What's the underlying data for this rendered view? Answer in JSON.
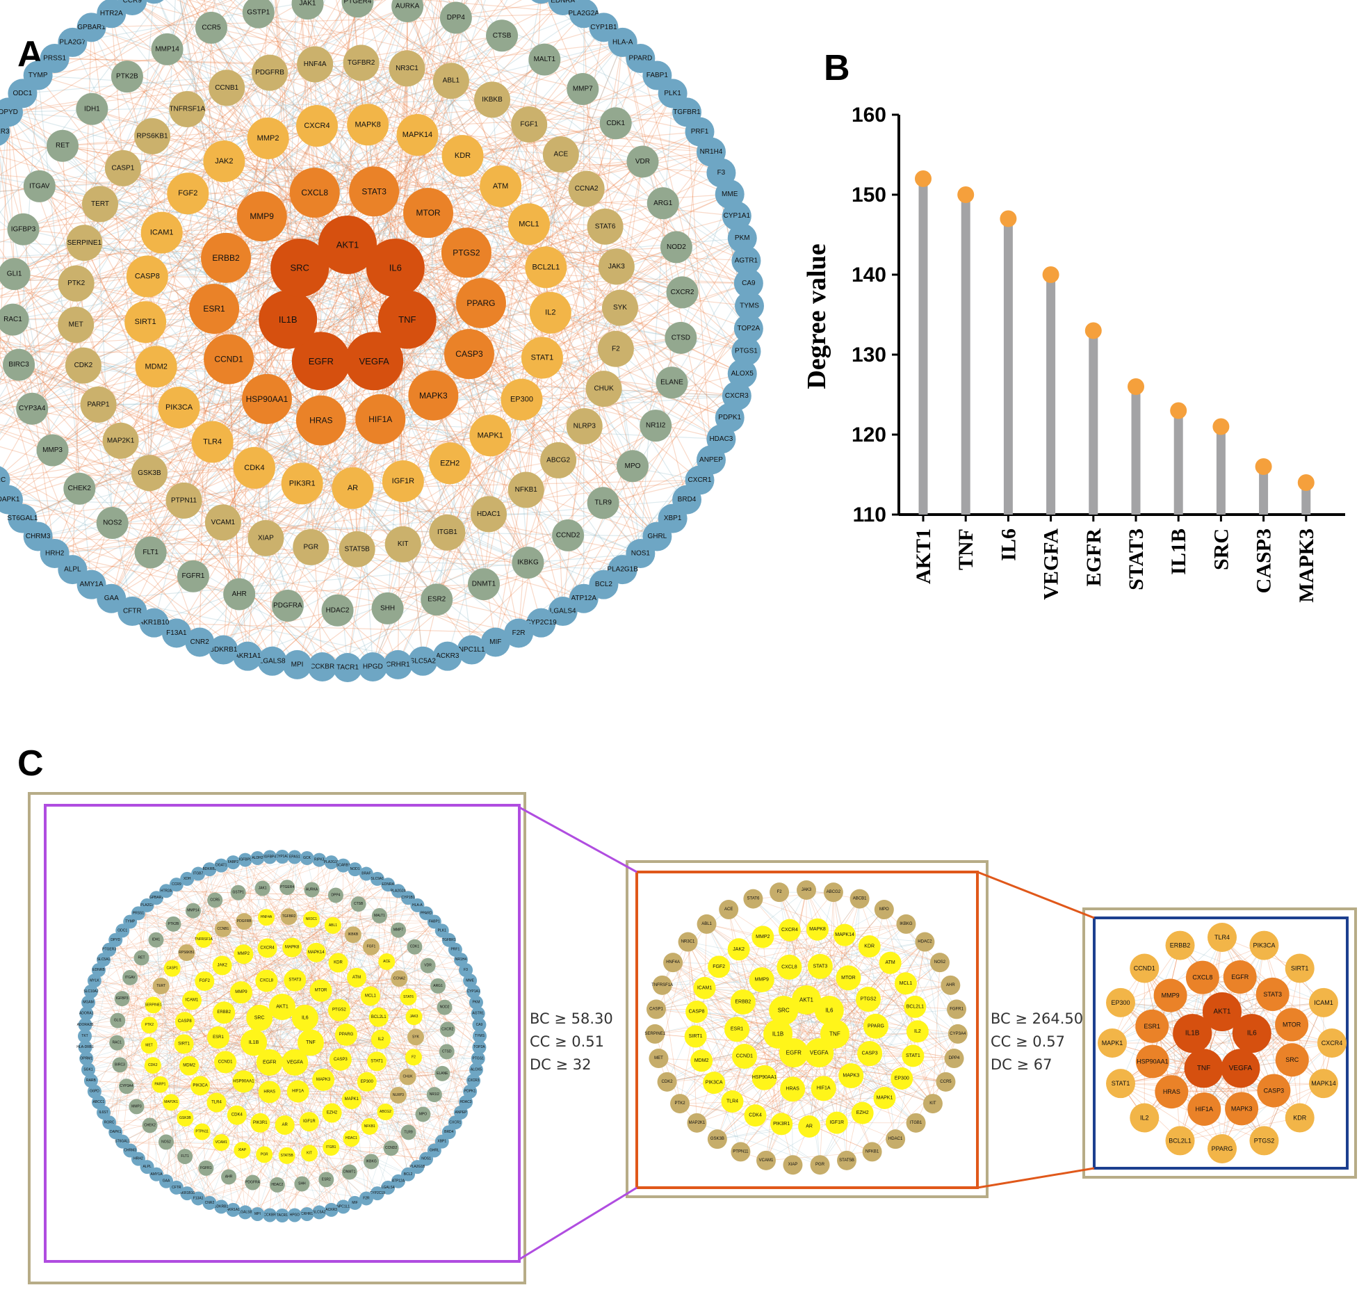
{
  "panels": {
    "a": "A",
    "b": "B",
    "c": "C"
  },
  "network": {
    "rings": [
      {
        "nodes": [
          "AKT1",
          "IL6",
          "TNF",
          "VEGFA",
          "EGFR",
          "IL1B",
          "SRC"
        ],
        "color": "#d6500f"
      },
      {
        "nodes": [
          "STAT3",
          "MTOR",
          "PTGS2",
          "PPARG",
          "CASP3",
          "MAPK3",
          "HIF1A",
          "HRAS",
          "HSP90AA1",
          "CCND1",
          "ESR1",
          "ERBB2",
          "MMP9",
          "CXCL8"
        ],
        "color": "#ea8228"
      },
      {
        "nodes": [
          "MAPK8",
          "MAPK14",
          "KDR",
          "ATM",
          "MCL1",
          "BCL2L1",
          "IL2",
          "STAT1",
          "EP300",
          "MAPK1",
          "EZH2",
          "IGF1R",
          "AR",
          "PIK3R1",
          "CDK4",
          "TLR4",
          "PIK3CA",
          "MDM2",
          "SIRT1",
          "CASP8",
          "ICAM1",
          "FGF2",
          "JAK2",
          "MMP2",
          "CXCR4"
        ],
        "color": "#f2b548"
      },
      {
        "nodes": [
          "TGFBR2",
          "NR3C1",
          "ABL1",
          "IKBKB",
          "FGF1",
          "ACE",
          "CCNA2",
          "STAT6",
          "JAK3",
          "SYK",
          "F2",
          "CHUK",
          "NLRP3",
          "ABCG2",
          "NFKB1",
          "HDAC1",
          "ITGB1",
          "KIT",
          "STAT5B",
          "PGR",
          "XIAP",
          "VCAM1",
          "PTPN11",
          "GSK3B",
          "MAP2K1",
          "PARP1",
          "CDK2",
          "MET",
          "PTK2",
          "SERPINE1",
          "TERT",
          "CASP1",
          "RPS6KB1",
          "TNFRSF1A",
          "CCNB1",
          "PDGFRB",
          "HNF4A"
        ],
        "color": "#cbb16c"
      },
      {
        "nodes": [
          "PTGER4",
          "AURKA",
          "DPP4",
          "CTSB",
          "MALT1",
          "MMP7",
          "CDK1",
          "VDR",
          "ARG1",
          "NOD2",
          "CXCR2",
          "CTSD",
          "ELANE",
          "NR1I2",
          "MPO",
          "TLR9",
          "CCND2",
          "IKBKG",
          "DNMT1",
          "ESR2",
          "SHH",
          "HDAC2",
          "PDGFRA",
          "AHR",
          "FGFR1",
          "FLT1",
          "NOS2",
          "CHEK2",
          "MMP3",
          "CYP3A4",
          "BIRC3",
          "RAC1",
          "GLI1",
          "IGFBP3",
          "ITGAV",
          "RET",
          "IDH1",
          "PTK2B",
          "MMP14",
          "CCR5",
          "GSTP1",
          "JAK1"
        ],
        "color": "#93a88f"
      },
      {
        "nodes": [
          "CYP1A2",
          "EPAS1",
          "GCK",
          "RIPK3",
          "PLA2G10",
          "SCARB1",
          "NOD1",
          "BRAF",
          "SLC9A1",
          "EDNRA",
          "PLA2G2A",
          "CYP1B1",
          "HLA-A",
          "PPARD",
          "FABP1",
          "PLK1",
          "TGFBR1",
          "PRF1",
          "NR1H4",
          "F3",
          "MME",
          "CYP1A1",
          "PKM",
          "AGTR1",
          "CA9",
          "TYMS",
          "TOP2A",
          "PTGS1",
          "ALOX5",
          "CXCR3",
          "PDPK1",
          "HDAC3",
          "ANPEP",
          "CXCR1",
          "BRD4",
          "XBP1",
          "GHRL",
          "NOS1",
          "PLA2G1B",
          "BCL2",
          "ATP12A",
          "LGALS4",
          "CYP2C19",
          "F2R",
          "MIF",
          "NPC1L1",
          "ACKR3",
          "SLC5A2",
          "CRHR1",
          "HPGD",
          "TACR1",
          "CCKBR",
          "MPI",
          "LGALS8",
          "AKR1A1",
          "BDKRB1",
          "CNR2",
          "F13A1",
          "AKR1B10",
          "CFTR",
          "GAA",
          "AMY1A",
          "ALPL",
          "HRH2",
          "CHRM3",
          "ST6GAL1",
          "DAPK1",
          "RORC",
          "IL6ST",
          "ABCC1",
          "G6PD",
          "RARB",
          "SGK1",
          "OPRM1",
          "HLA-DRB1",
          "TKT",
          "ADORA2B",
          "ADORA1",
          "MGAM",
          "SLC10A2",
          "MYLK",
          "EDNRB",
          "SLC5A1",
          "PTGER3",
          "DPYD",
          "ODC1",
          "TYMP",
          "PRSS1",
          "PLA2G7",
          "GPBAR1",
          "HTR2A",
          "CCR9",
          "XDH",
          "ITGB7",
          "BDKRB2",
          "DGAT1",
          "FABP2",
          "IGFBP5",
          "ALDH2",
          "IGFBP4"
        ],
        "color": "#6ea6c4"
      }
    ],
    "sub_rings": [
      {
        "nodes": [
          "AKT1",
          "IL6",
          "TNF",
          "VEGFA",
          "EGFR",
          "IL1B",
          "SRC"
        ],
        "color": "#d6500f"
      },
      {
        "nodes": [
          "STAT3",
          "MTOR",
          "PTGS2",
          "PPARG",
          "CASP3",
          "MAPK3",
          "HIF1A",
          "HRAS",
          "HSP90AA1",
          "CCND1",
          "ESR1",
          "ERBB2",
          "MMP9",
          "CXCL8"
        ],
        "color": "#ea8228"
      },
      {
        "nodes": [
          "MAPK8",
          "MAPK14",
          "KDR",
          "ATM",
          "MCL1",
          "BCL2L1",
          "IL2",
          "STAT1",
          "EP300",
          "MAPK1",
          "EZH2",
          "IGF1R",
          "AR",
          "PIK3R1",
          "CDK4",
          "TLR4",
          "PIK3CA",
          "MDM2",
          "SIRT1",
          "CASP8",
          "ICAM1",
          "FGF2",
          "JAK2",
          "MMP2",
          "CXCR4"
        ],
        "color": "#f2b548"
      },
      {
        "nodes": [
          "JAK3",
          "ABCG2",
          "ABCB1",
          "MPO",
          "IKBKG",
          "HDAC2",
          "NOS2",
          "AHR",
          "FGFR1",
          "CYP3A4",
          "DPP4",
          "CCR5",
          "KIT",
          "ITGB1",
          "HDAC1",
          "NFKB1",
          "STAT5B",
          "PGR",
          "XIAP",
          "VCAM1",
          "PTPN11",
          "GSK3B",
          "MAP2K1",
          "PTK2",
          "CDK2",
          "MET",
          "SERPINE1",
          "CASP1",
          "TNFRSF1A",
          "HNF4A",
          "NR3C1",
          "ABL1",
          "ACE",
          "STAT6",
          "F2"
        ],
        "color": "#c6ad6a"
      }
    ],
    "core_rings": [
      {
        "nodes": [
          "AKT1",
          "IL6",
          "VEGFA",
          "TNF",
          "IL1B"
        ],
        "color": "#d6500f"
      },
      {
        "nodes": [
          "EGFR",
          "STAT3",
          "MTOR",
          "SRC",
          "CASP3",
          "MAPK3",
          "HIF1A",
          "HRAS",
          "HSP90AA1",
          "ESR1",
          "MMP9",
          "CXCL8"
        ],
        "color": "#ea8228"
      },
      {
        "nodes": [
          "TLR4",
          "PIK3CA",
          "SIRT1",
          "ICAM1",
          "CXCR4",
          "MAPK14",
          "KDR",
          "PTGS2",
          "PPARG",
          "BCL2L1",
          "IL2",
          "STAT1",
          "MAPK1",
          "EP300",
          "CCND1",
          "ERBB2"
        ],
        "color": "#f2b548"
      }
    ]
  },
  "chart_data": {
    "type": "lollipop",
    "ylabel": "Degree value",
    "xlabel": "",
    "ylim": [
      110,
      160
    ],
    "yticks": [
      "110",
      "120",
      "130",
      "140",
      "150",
      "160"
    ],
    "categories": [
      "AKT1",
      "TNF",
      "IL6",
      "VEGFA",
      "EGFR",
      "STAT3",
      "IL1B",
      "SRC",
      "CASP3",
      "MAPK3"
    ],
    "values": [
      152,
      150,
      147,
      140,
      133,
      126,
      123,
      121,
      116,
      114
    ],
    "stem_color": "#a3a3a5",
    "dot_color": "#f5a03c"
  },
  "thresholds": {
    "first": [
      "BC ≥ 58.30",
      "CC ≥ 0.51",
      "DC ≥ 32"
    ],
    "second": [
      "BC ≥ 264.50",
      "CC ≥ 0.57",
      "DC ≥ 67"
    ]
  },
  "colors": {
    "frame_olive": "#b7ac87",
    "frame_purple": "#b04de0",
    "frame_orange": "#e0581a",
    "frame_blue": "#1c3f8f",
    "highlight_yellow": "#fff51a"
  }
}
